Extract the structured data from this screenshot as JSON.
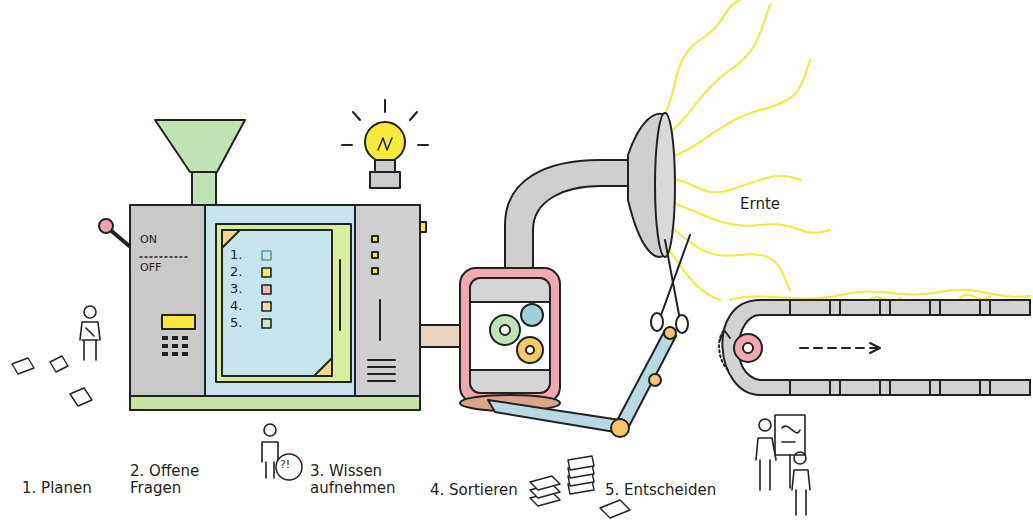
{
  "diagram": {
    "labels": [
      "ON",
      "OFF",
      "1.",
      "2.",
      "3.",
      "4.",
      "5.",
      "?!",
      "Ernte",
      "1. Planen",
      "2. Offene Fragen",
      "3. Wissen aufnehmen",
      "4. Sortieren",
      "5. Entscheiden"
    ]
  }
}
